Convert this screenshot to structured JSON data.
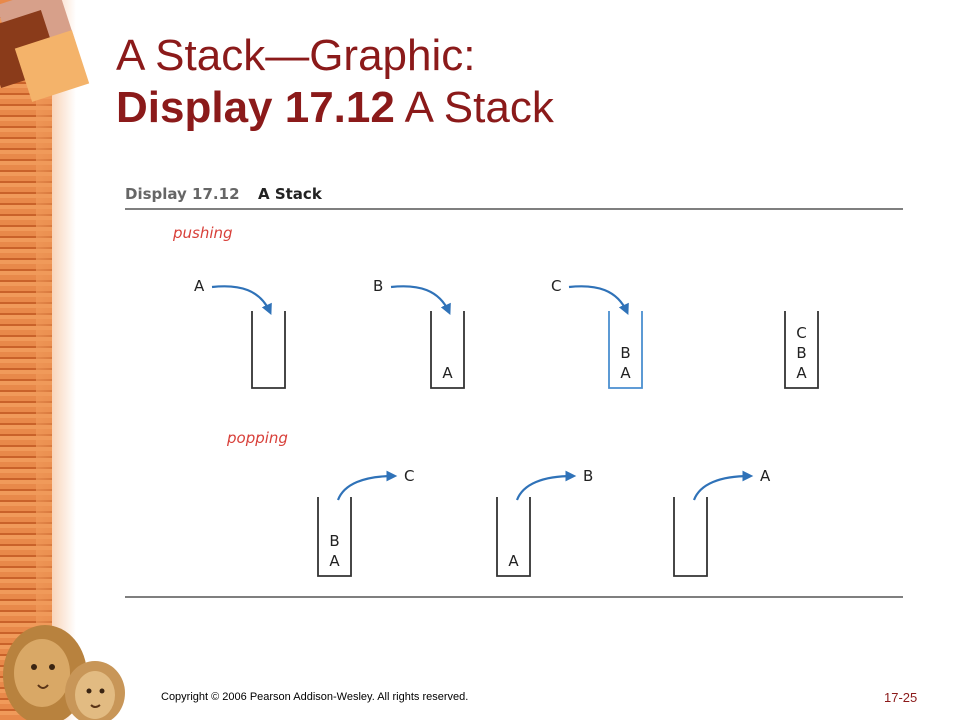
{
  "slide": {
    "title_line1": "A Stack—Graphic:",
    "title_line2_bold": "Display 17.12",
    "title_line2_rest": "A Stack",
    "copyright": "Copyright © 2006 Pearson Addison-Wesley. All rights reserved.",
    "page_number": "17-25"
  },
  "figure": {
    "display_label": "Display 17.12",
    "display_title": "A Stack",
    "pushing_label": "pushing",
    "popping_label": "popping",
    "push_steps": [
      {
        "incoming": "A",
        "contents_top_to_bottom": [],
        "highlight": false
      },
      {
        "incoming": "B",
        "contents_top_to_bottom": [
          "A"
        ],
        "highlight": false
      },
      {
        "incoming": "C",
        "contents_top_to_bottom": [
          "B",
          "A"
        ],
        "highlight": true
      },
      {
        "incoming": "",
        "contents_top_to_bottom": [
          "C",
          "B",
          "A"
        ],
        "highlight": false
      }
    ],
    "pop_steps": [
      {
        "outgoing": "C",
        "contents_top_to_bottom": [
          "B",
          "A"
        ]
      },
      {
        "outgoing": "B",
        "contents_top_to_bottom": [
          "A"
        ]
      },
      {
        "outgoing": "A",
        "contents_top_to_bottom": []
      }
    ]
  },
  "colors": {
    "title": "#8b1a1a",
    "accent_text": "#d8403a",
    "arrow": "#2f72b8",
    "highlight_stack": "#4a8fd0",
    "stack_line": "#333333",
    "rule": "#555555"
  }
}
